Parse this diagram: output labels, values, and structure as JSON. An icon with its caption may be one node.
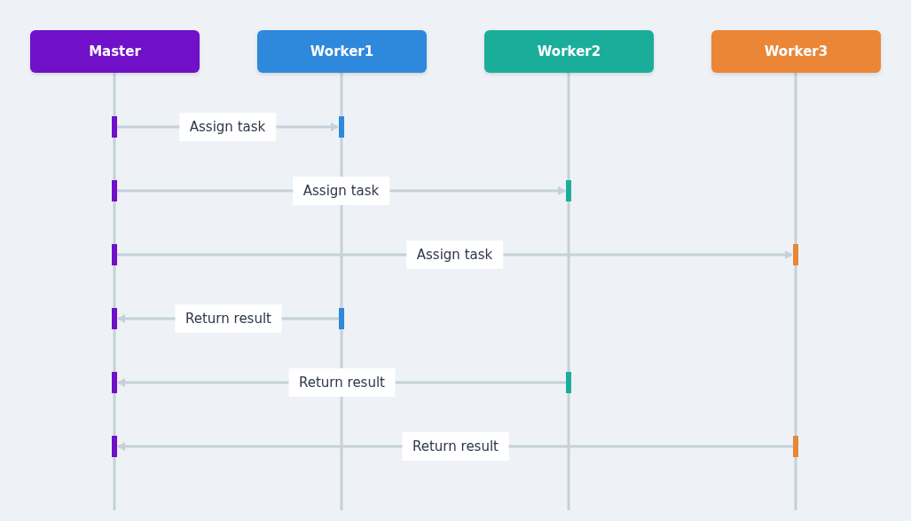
{
  "diagram": {
    "nodes": [
      {
        "text": [
          "Master"
        ]
      },
      {
        "text": [
          "Worker1"
        ]
      },
      {
        "text": [
          "Worker2"
        ]
      },
      {
        "text": [
          "Worker3"
        ]
      },
      {
        "text": [],
        "shape": "bar"
      },
      {
        "text": [],
        "shape": "bar"
      },
      {
        "text": [],
        "shape": "bar"
      },
      {
        "text": [],
        "shape": "bar"
      },
      {
        "text": [],
        "shape": "bar"
      },
      {
        "text": [],
        "shape": "bar"
      },
      {
        "text": [],
        "shape": "bar"
      },
      {
        "text": [],
        "shape": "bar"
      },
      {
        "text": [],
        "shape": "bar"
      },
      {
        "text": [],
        "shape": "bar"
      },
      {
        "text": [],
        "shape": "bar"
      },
      {
        "text": [],
        "shape": "bar"
      }
    ],
    "edges": [
      {
        "from": 4,
        "to": 5,
        "arrow": "to",
        "label": "Assign task"
      },
      {
        "from": 6,
        "to": 7,
        "arrow": "to",
        "label": "Assign task"
      },
      {
        "from": 8,
        "to": 9,
        "arrow": "to",
        "label": "Assign task"
      },
      {
        "from": 11,
        "to": 10,
        "arrow": "to",
        "label": "Return result"
      },
      {
        "from": 13,
        "to": 12,
        "arrow": "to",
        "label": "Return result"
      },
      {
        "from": 15,
        "to": 14,
        "arrow": "to",
        "label": "Return result"
      }
    ]
  }
}
